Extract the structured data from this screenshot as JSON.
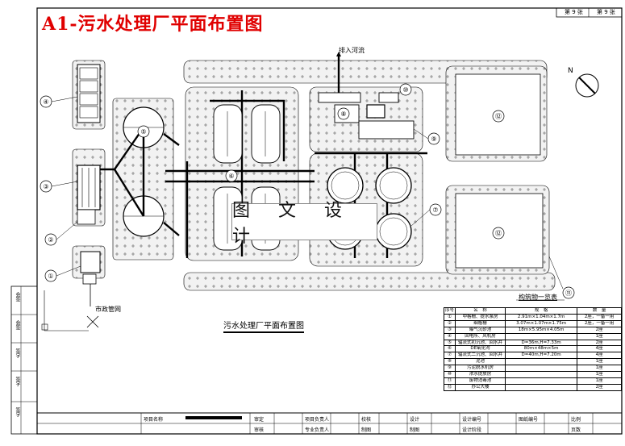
{
  "title": "A1-污水处理厂平面布置图",
  "overlay_text": "图 文 设 计",
  "drawing_caption": "污水处理厂平面布置图",
  "river_label": "排入河流",
  "pipe_label": "市政管网",
  "legend_caption": "构筑物一览表",
  "sheet_info": {
    "sheet_no": "第 9 张",
    "total": "第 9 张"
  },
  "building_labels": [
    "①",
    "②",
    "③",
    "④",
    "⑤",
    "⑥",
    "⑦",
    "⑧",
    "⑨",
    "⑩",
    "⑪",
    "⑫",
    "⑫"
  ],
  "legend": {
    "headers": [
      "序号",
      "名　称",
      "规　格",
      "数　量"
    ],
    "rows": [
      [
        "①",
        "中格栅、提水泵房",
        "2.91m×1.04m×1.7m",
        "2座，一备一用"
      ],
      [
        "②",
        "细格栅",
        "3.07m×1.07m×1.75m",
        "2座，一备一用"
      ],
      [
        "③",
        "曝气沉砂池",
        "18m×5.95m×4.05m",
        "2座"
      ],
      [
        "④",
        "回电所、风机房",
        "",
        "1座"
      ],
      [
        "⑤",
        "辐流式初沉池、回水井",
        "D=36m,H=7.33m",
        "2座"
      ],
      [
        "⑥",
        "DE氧化沟",
        "80m×48m×5m",
        "4座"
      ],
      [
        "⑦",
        "辐流式二沉池、回水井",
        "D=40m,H=7.20m",
        "4座"
      ],
      [
        "⑧",
        "泥池",
        "",
        "1座"
      ],
      [
        "⑨",
        "污泥脱水机房",
        "",
        "1座"
      ],
      [
        "⑩",
        "浓水提放房",
        "",
        "1座"
      ],
      [
        "⑪",
        "废物消毒池",
        "",
        "1座"
      ],
      [
        "⑫",
        "办公大楼",
        "",
        "2座"
      ]
    ]
  },
  "title_block": {
    "project": "项目名称",
    "row1": [
      "审定",
      "项目负责人",
      "校核",
      "设计",
      "设计编号",
      "图纸编号",
      "比例"
    ],
    "row2": [
      "审核",
      "专业负责人",
      "制图",
      "制图",
      "设计阶段",
      "",
      "页数"
    ]
  },
  "side_labels": [
    "会签",
    "会签",
    "签字",
    "签字",
    "签字"
  ],
  "colors": {
    "title_red": "#e00000",
    "line": "#000000"
  }
}
